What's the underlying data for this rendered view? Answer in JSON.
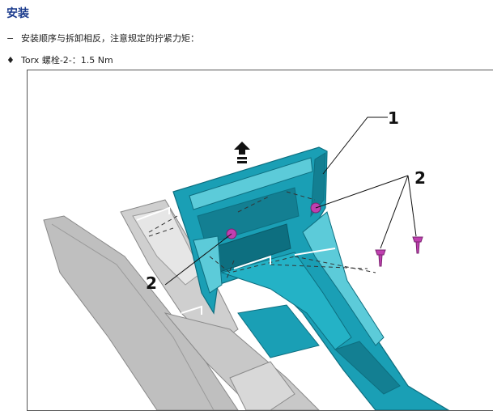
{
  "heading": "安装",
  "steps": [
    {
      "bullet": "−",
      "text": "安装顺序与拆卸相反，注意规定的拧紧力矩："
    },
    {
      "bullet": "♦",
      "text": "Torx 螺栓-2-：1.5 Nm"
    }
  ],
  "figure": {
    "callouts": [
      "1",
      "2",
      "2"
    ],
    "colors": {
      "part": "#1a9fb5",
      "part_dark": "#0d6f80",
      "part_light": "#5ccbd9",
      "screw": "#c040b0",
      "trim": "#b5b5b5"
    }
  }
}
